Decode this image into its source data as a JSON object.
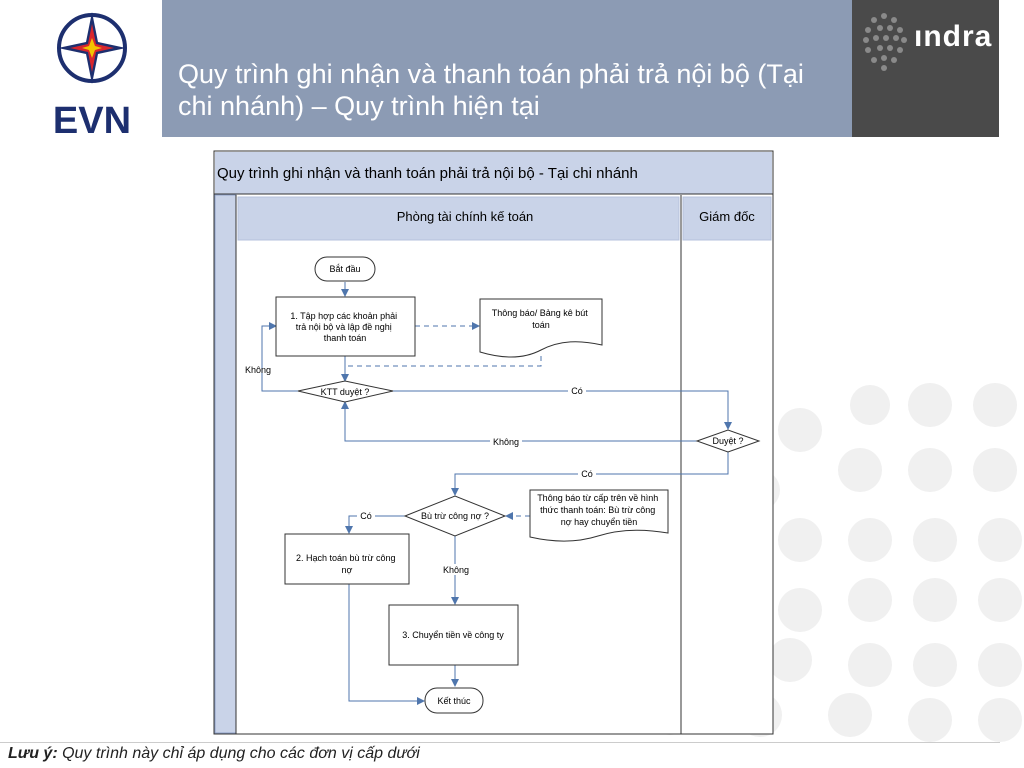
{
  "header": {
    "title": "Quy trình ghi nhận và thanh toán phải trả nội bộ (Tại chi nhánh) – Quy trình hiện tại",
    "left_logo_text": "EVN",
    "right_logo_text": "ındra"
  },
  "diagram": {
    "pool_title": "Quy trình ghi nhận và thanh toán phải trả nội bộ - Tại chi nhánh",
    "lanes": [
      "Phòng tài chính kế toán",
      "Giám đốc"
    ],
    "nodes": {
      "start": "Bắt đầu",
      "step1": [
        "1. Tập hợp các khoản phải",
        "trả nội bộ và lập đề nghị",
        "thanh toán"
      ],
      "doc1": [
        "Thông báo/ Bảng kê bút",
        "toán"
      ],
      "decision_ktt": "KTT duyệt ?",
      "decision_director": "Duyệt ?",
      "decision_offset": "Bù trừ công nợ ?",
      "doc2": [
        "Thông báo từ cấp trên về hình",
        "thức thanh toán: Bù trừ công",
        "nợ hay chuyển tiền"
      ],
      "step2": [
        "2. Hạch toán bù trừ công",
        "nợ"
      ],
      "step3": "3. Chuyển tiền về công ty",
      "end": "Kết thúc"
    },
    "edge_labels": {
      "ktt_no": "Không",
      "ktt_yes": "Có",
      "director_no": "Không",
      "director_yes": "Có",
      "offset_yes": "Có",
      "offset_no": "Không"
    }
  },
  "note": {
    "label": "Lưu ý:",
    "text": " Quy trình này chỉ áp dụng cho các đơn vị cấp dưới"
  },
  "colors": {
    "header": "#8c9bb4",
    "lane_header": "#c9d3e8",
    "lane_border": "#8fa1c7",
    "arrow": "#4f76ad",
    "evn_red": "#d8262d",
    "evn_navy": "#1d2f6f"
  }
}
